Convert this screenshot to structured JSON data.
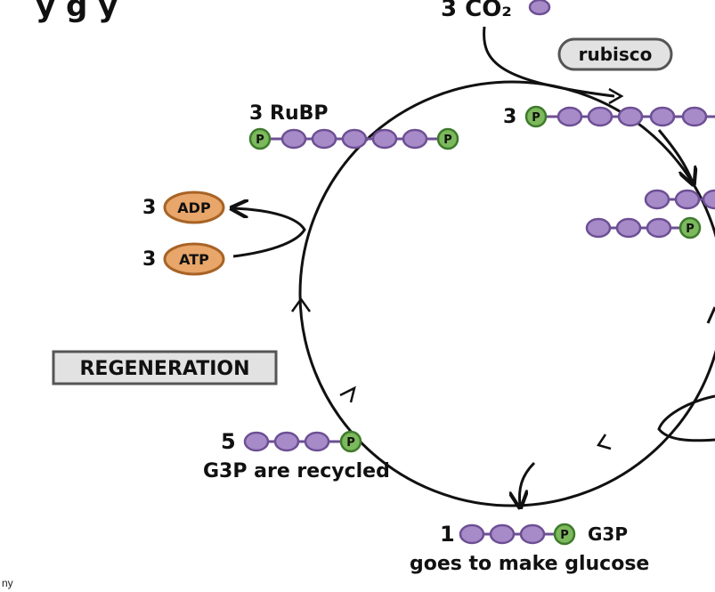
{
  "title_fragment": "y        g  y",
  "inputs": {
    "co2": "3 CO₂",
    "enzyme": "rubisco"
  },
  "molecules": {
    "rubp_count": "3",
    "rubp_name": "RuBP",
    "pga_count": "3",
    "adp_count": "3",
    "adp": "ADP",
    "atp_count": "3",
    "atp": "ATP",
    "phosphate": "P",
    "recycled_count": "5",
    "recycled_caption": "G3P are recycled",
    "output_count": "1",
    "output_name": "G3P",
    "output_caption": "goes to make glucose"
  },
  "stage_label": "REGENERATION",
  "footer_fragment": "ny",
  "colors": {
    "carbon": "#a78bc9",
    "carbon_stroke": "#6d4f94",
    "phosphate": "#7cb95c",
    "phosphate_stroke": "#3e7a2c",
    "energy": "#e8a66a",
    "energy_stroke": "#a86326",
    "enzyme_fill": "#e2e2e2",
    "stage_fill": "#e2e2e2",
    "line": "#111111"
  }
}
